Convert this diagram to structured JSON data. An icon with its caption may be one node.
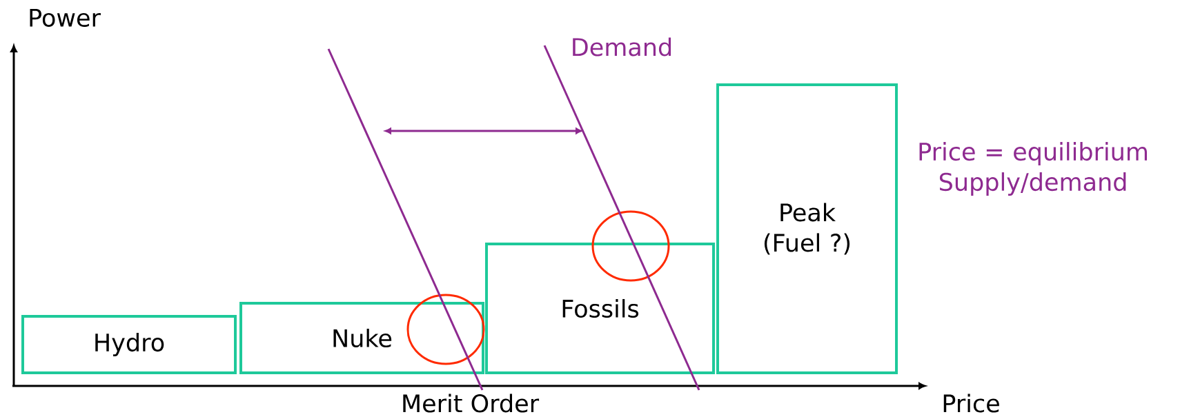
{
  "diagram": {
    "nodes": [
      {
        "text": [
          "Hydro"
        ]
      },
      {
        "text": [
          "Nuke"
        ]
      },
      {
        "text": [
          "Fossils"
        ]
      },
      {
        "text": [
          "Peak (Fuel ?)"
        ]
      },
      {
        "text": [],
        "shape": "circle"
      },
      {
        "text": [],
        "shape": "circle"
      }
    ],
    "labels": [
      "Power",
      "Demand",
      "Price = equilibrium Supply/demand",
      "Merit Order",
      "Price"
    ]
  }
}
